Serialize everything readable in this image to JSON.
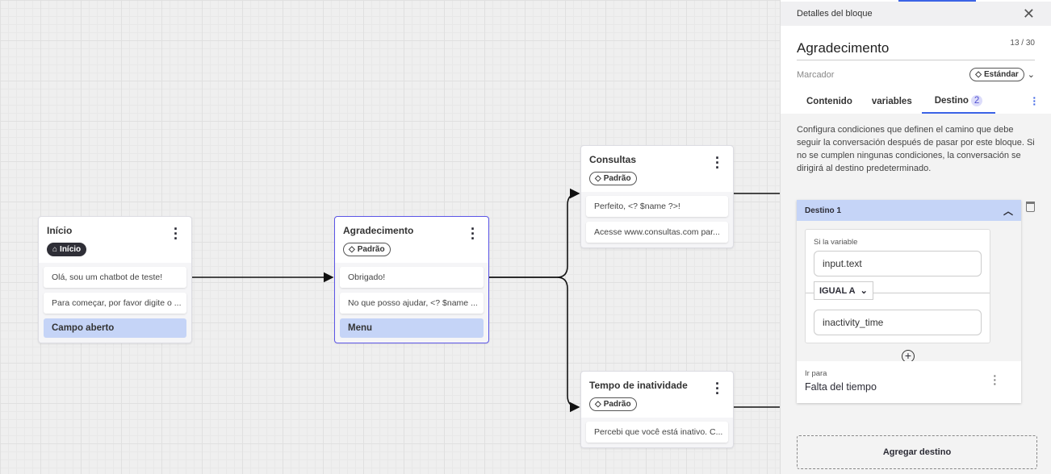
{
  "canvas": {
    "nodes": [
      {
        "title": "Início",
        "tag": "Início",
        "tag_icon": "home-icon",
        "messages": [
          "Olá, sou um chatbot de teste!",
          "Para começar, por favor digite o ..."
        ],
        "input": "Campo aberto"
      },
      {
        "title": "Agradecimento",
        "tag": "Padrão",
        "tag_icon": "tag-icon",
        "messages": [
          "Obrigado!",
          "No que posso ajudar, <? $name ..."
        ],
        "input": "Menu",
        "selected": true
      },
      {
        "title": "Consultas",
        "tag": "Padrão",
        "tag_icon": "tag-icon",
        "messages": [
          "Perfeito, <? $name ?>!",
          "Acesse www.consultas.com par..."
        ]
      },
      {
        "title": "Tempo de inatividade",
        "tag": "Padrão",
        "tag_icon": "tag-icon",
        "messages": [
          "Percebi que você está inativo. C..."
        ]
      }
    ]
  },
  "panel": {
    "header": "Detalles del bloque",
    "name": "Agradecimento",
    "char_count": "13 / 30",
    "marker_label": "Marcador",
    "marker_value": "Estándar",
    "tabs": [
      {
        "label": "Contenido"
      },
      {
        "label": "variables"
      },
      {
        "label": "Destino",
        "badge": "2",
        "active": true
      }
    ],
    "description": "Configura condiciones que definen el camino que debe seguir la conversación después de pasar por este bloque. Si no se cumplen ningunas condiciones, la conversación se dirigirá al destino predeterminado.",
    "destination": {
      "title": "Destino 1",
      "condition_label": "Si la variable",
      "variable": "input.text",
      "operator": "IGUAL A",
      "value": "inactivity_time",
      "goto_label": "Ir para",
      "goto_value": "Falta del tiempo"
    },
    "add_button": "Agregar destino"
  },
  "colors": {
    "accent": "#3b63e6",
    "selected_border": "#5b55e6",
    "input_bg": "#c5d4f7"
  }
}
